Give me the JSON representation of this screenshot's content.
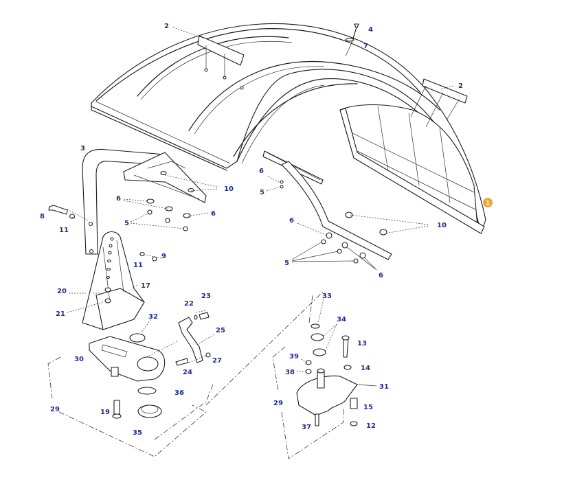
{
  "diagram": {
    "title": "Front fender assembly exploded view",
    "label_color": "#1f2f8f",
    "badge_color": "#e9a93a",
    "badge": {
      "text": "1"
    },
    "callouts": [
      {
        "id": "c2a",
        "text": "2"
      },
      {
        "id": "c4",
        "text": "4"
      },
      {
        "id": "c7",
        "text": "7"
      },
      {
        "id": "c2b",
        "text": "2"
      },
      {
        "id": "c3",
        "text": "3"
      },
      {
        "id": "c10a",
        "text": "10"
      },
      {
        "id": "c6a",
        "text": "6"
      },
      {
        "id": "c5a",
        "text": "5"
      },
      {
        "id": "c6b",
        "text": "6"
      },
      {
        "id": "c5b",
        "text": "5"
      },
      {
        "id": "c6c",
        "text": "6"
      },
      {
        "id": "c8",
        "text": "8"
      },
      {
        "id": "c11a",
        "text": "11"
      },
      {
        "id": "c11b",
        "text": "11"
      },
      {
        "id": "c9",
        "text": "9"
      },
      {
        "id": "c6d",
        "text": "6"
      },
      {
        "id": "c10b",
        "text": "10"
      },
      {
        "id": "c5c",
        "text": "5"
      },
      {
        "id": "c6e",
        "text": "6"
      },
      {
        "id": "c17",
        "text": "17"
      },
      {
        "id": "c20",
        "text": "20"
      },
      {
        "id": "c21",
        "text": "21"
      },
      {
        "id": "c22",
        "text": "22"
      },
      {
        "id": "c23",
        "text": "23"
      },
      {
        "id": "c32",
        "text": "32"
      },
      {
        "id": "c25",
        "text": "25"
      },
      {
        "id": "c30",
        "text": "30"
      },
      {
        "id": "c27",
        "text": "27"
      },
      {
        "id": "c24",
        "text": "24"
      },
      {
        "id": "c36",
        "text": "36"
      },
      {
        "id": "c29a",
        "text": "29"
      },
      {
        "id": "c19",
        "text": "19"
      },
      {
        "id": "c35",
        "text": "35"
      },
      {
        "id": "c33",
        "text": "33"
      },
      {
        "id": "c34",
        "text": "34"
      },
      {
        "id": "c13",
        "text": "13"
      },
      {
        "id": "c39",
        "text": "39"
      },
      {
        "id": "c14",
        "text": "14"
      },
      {
        "id": "c38",
        "text": "38"
      },
      {
        "id": "c31",
        "text": "31"
      },
      {
        "id": "c29b",
        "text": "29"
      },
      {
        "id": "c15",
        "text": "15"
      },
      {
        "id": "c37",
        "text": "37"
      },
      {
        "id": "c12",
        "text": "12"
      }
    ]
  }
}
